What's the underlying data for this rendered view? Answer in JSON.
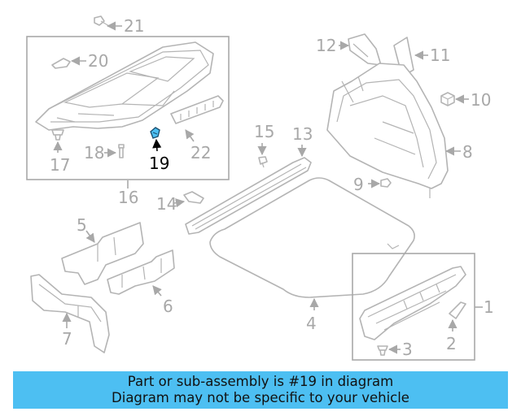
{
  "callouts": {
    "c1": "1",
    "c2": "2",
    "c3": "3",
    "c4": "4",
    "c5": "5",
    "c6": "6",
    "c7": "7",
    "c8": "8",
    "c9": "9",
    "c10": "10",
    "c11": "11",
    "c12": "12",
    "c13": "13",
    "c14": "14",
    "c15": "15",
    "c16": "16",
    "c17": "17",
    "c18": "18",
    "c19": "19",
    "c20": "20",
    "c21": "21",
    "c22": "22"
  },
  "highlighted_part": "19",
  "colors": {
    "highlight": "#000000",
    "callout": "#a8a8a8",
    "part_fill": "#4dbff2",
    "banner": "#4dbff2"
  },
  "caption": {
    "line1": "Part or sub-assembly is #19 in diagram",
    "line2": "Diagram may not be specific to your vehicle"
  }
}
